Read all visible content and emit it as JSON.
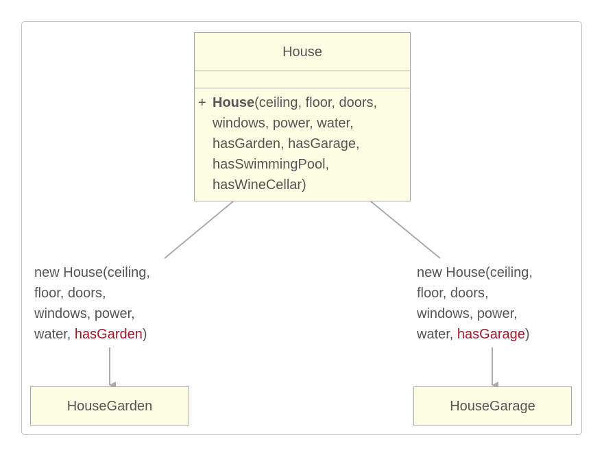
{
  "class_box": {
    "name": "House",
    "visibility": "+",
    "constructor_name": "House",
    "constructor_lines": [
      "(ceiling, floor, doors,",
      "windows, power, water,",
      "hasGarden, hasGarage,",
      "hasSwimmingPool,",
      "hasWineCellar)"
    ]
  },
  "left_branch": {
    "call_lines": [
      "new House(ceiling,",
      "floor, doors,",
      "windows, power,"
    ],
    "last_prefix": "water, ",
    "highlight": "hasGarden",
    "last_suffix": ")",
    "result": "HouseGarden"
  },
  "right_branch": {
    "call_lines": [
      "new House(ceiling,",
      "floor, doors,",
      "windows, power,"
    ],
    "last_prefix": "water, ",
    "highlight": "hasGarage",
    "last_suffix": ")",
    "result": "HouseGarage"
  },
  "colors": {
    "box_fill": "#fefee4",
    "border": "#a8a8a8",
    "text": "#555555",
    "highlight": "#a0162b",
    "connector": "#aaaaaa"
  }
}
